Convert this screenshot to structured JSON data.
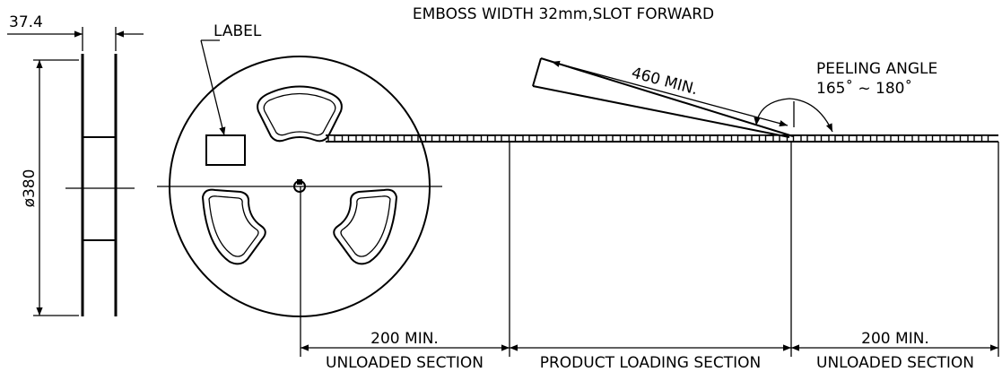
{
  "header": {
    "title": "EMBOSS WIDTH 32mm,SLOT FORWARD"
  },
  "reel": {
    "width_dim": "37.4",
    "diameter_dim": "ø380",
    "label_callout": "LABEL"
  },
  "tape": {
    "leader_length": "460 MIN.",
    "peeling_angle_title": "PEELING ANGLE",
    "peeling_angle_range": "165˚ ~ 180˚"
  },
  "sections": [
    {
      "dim": "200 MIN.",
      "name": "UNLOADED SECTION"
    },
    {
      "dim": "",
      "name": "PRODUCT LOADING SECTION"
    },
    {
      "dim": "200 MIN.",
      "name": "UNLOADED SECTION"
    }
  ]
}
